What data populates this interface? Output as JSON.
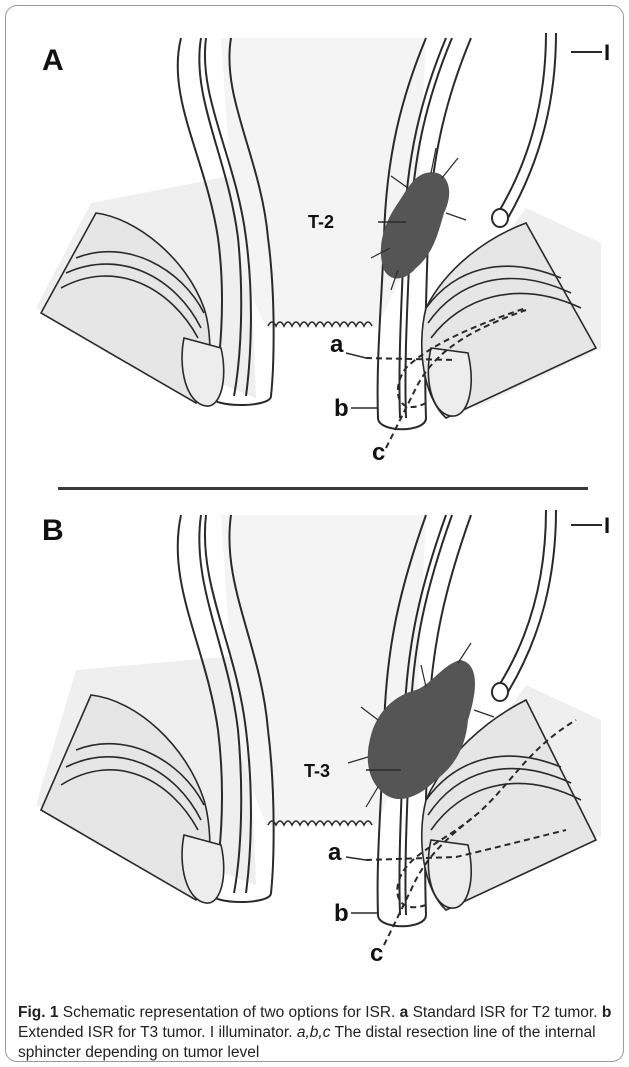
{
  "figure": {
    "panel_a": {
      "letter": "A",
      "tumor_label": "T-2",
      "illuminator_label": "I",
      "line_labels": [
        "a",
        "b",
        "c"
      ]
    },
    "panel_b": {
      "letter": "B",
      "tumor_label": "T-3",
      "illuminator_label": "I",
      "line_labels": [
        "a",
        "b",
        "c"
      ]
    }
  },
  "caption": {
    "fig_label": "Fig. 1",
    "intro": " Schematic representation of two options for ISR. ",
    "a_key": "a",
    "a_text": " Standard ISR for T2 tumor. ",
    "b_key": "b",
    "b_text": " Extended ISR for T3 tumor. I illuminator. ",
    "abc_key": "a,b,c",
    "abc_text": " The distal resection line of the internal sphincter depending on tumor level"
  },
  "colors": {
    "ink": "#2a2a2a",
    "tissue_fill": "#efefef",
    "tumor": "#555555",
    "frame": "#9a9a9a"
  }
}
